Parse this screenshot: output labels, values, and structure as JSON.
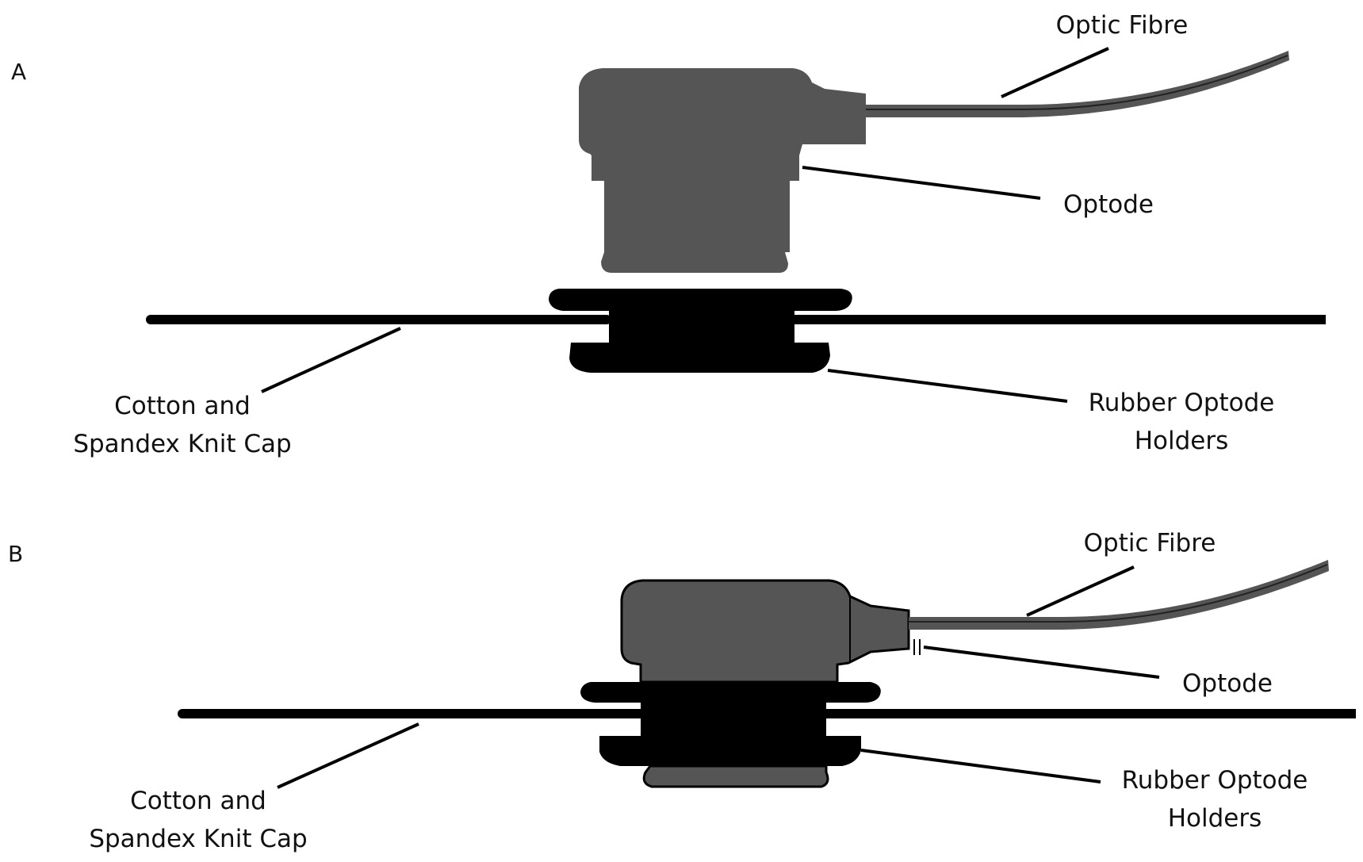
{
  "panels": [
    {
      "id": "A",
      "letter": "A",
      "labels": {
        "optic_fibre": "Optic Fibre",
        "optode": "Optode",
        "rubber_holders_line1": "Rubber Optode",
        "rubber_holders_line2": "Holders",
        "cap_line1": "Cotton and",
        "cap_line2": "Spandex Knit Cap"
      }
    },
    {
      "id": "B",
      "letter": "B",
      "labels": {
        "optic_fibre": "Optic Fibre",
        "optode": "Optode",
        "rubber_holders_line1": "Rubber Optode",
        "rubber_holders_line2": "Holders",
        "cap_line1": "Cotton and",
        "cap_line2": "Spandex Knit Cap"
      }
    }
  ],
  "colors": {
    "optode_fill": "#555555",
    "holder_fill": "#000000",
    "cap_line": "#000000",
    "leader_line": "#000000"
  }
}
